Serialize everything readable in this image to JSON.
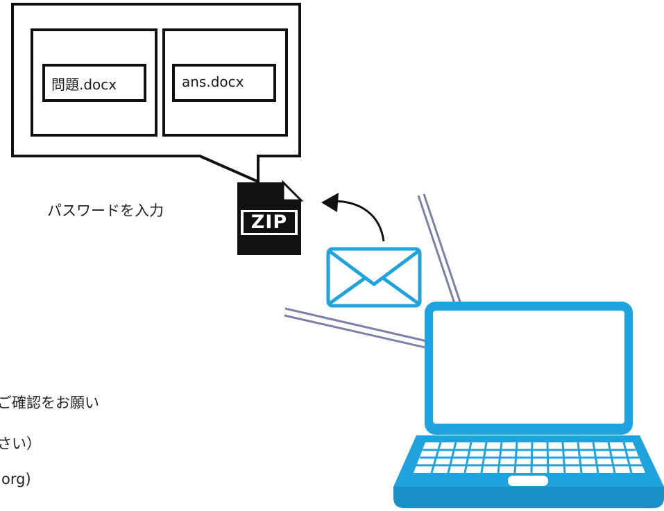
{
  "files": {
    "left_name": "問題.docx",
    "right_name": "ans.docx"
  },
  "zip_icon": {
    "label": "ZIP"
  },
  "password_prompt": "パスワードを入力",
  "cropped_text": {
    "line1": "ご確認をお願い",
    "line2": "さい）",
    "line3": "org)"
  },
  "colors": {
    "outline": "#111111",
    "accent_blue": "#1fa3df",
    "signal_lines": "#7d7fa8"
  },
  "icons": [
    "zip-file-icon",
    "mail-envelope-icon",
    "laptop-icon"
  ]
}
